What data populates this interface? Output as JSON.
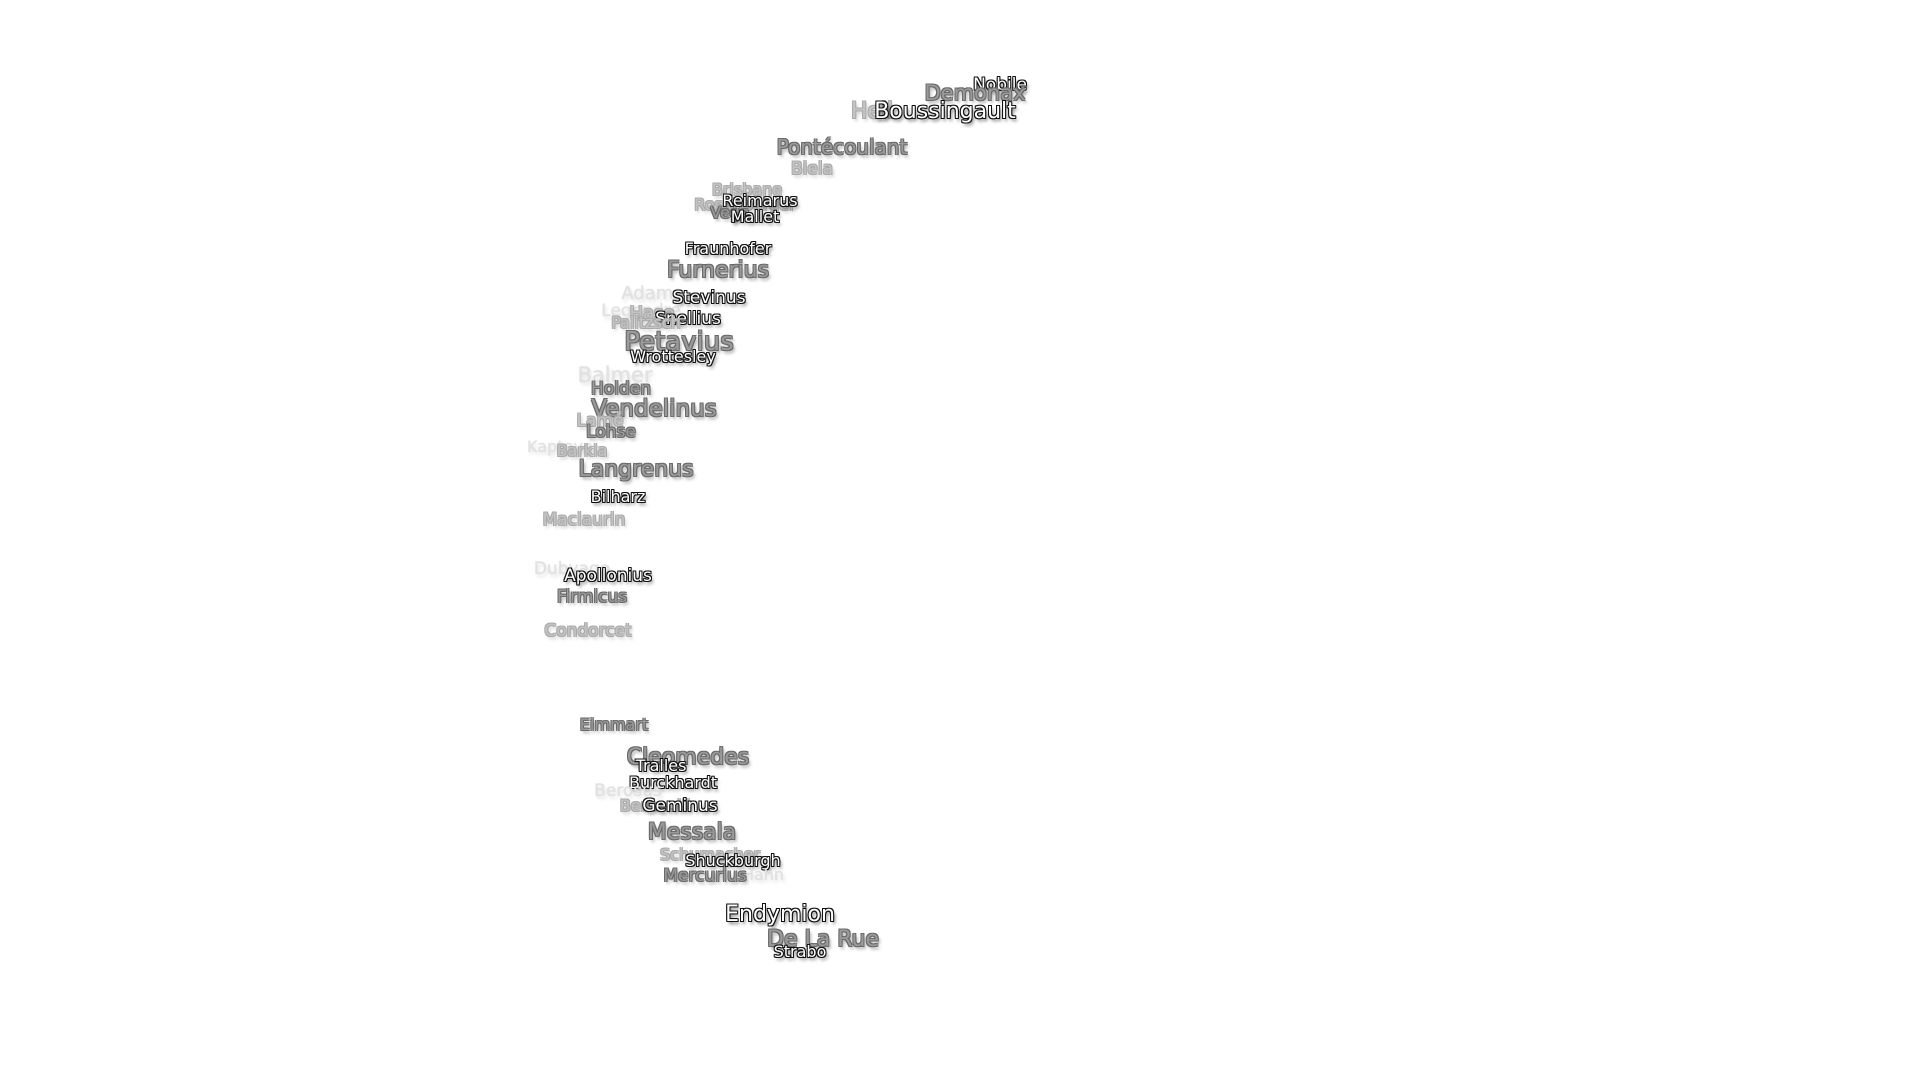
{
  "labels": [
    {
      "text": "Nobile",
      "level": 1
    },
    {
      "text": "Demonax",
      "level": 2
    },
    {
      "text": "Hell",
      "level": 3
    },
    {
      "text": "Boussingault",
      "level": 1
    },
    {
      "text": "Pontécoulant",
      "level": 2
    },
    {
      "text": "Biela",
      "level": 3
    },
    {
      "text": "Brisbane",
      "level": 3
    },
    {
      "text": "Rosenberger",
      "level": 3
    },
    {
      "text": "Reimarus",
      "level": 1
    },
    {
      "text": "Vega",
      "level": 2
    },
    {
      "text": "Mallet",
      "level": 1
    },
    {
      "text": "Fraunhofer",
      "level": 1
    },
    {
      "text": "Furnerius",
      "level": 2
    },
    {
      "text": "Adams",
      "level": 4
    },
    {
      "text": "Stevinus",
      "level": 1
    },
    {
      "text": "Legendre",
      "level": 4
    },
    {
      "text": "Hase",
      "level": 3
    },
    {
      "text": "Snellius",
      "level": 1
    },
    {
      "text": "Palitzsch",
      "level": 3
    },
    {
      "text": "Petavius",
      "level": 2
    },
    {
      "text": "Wrottesley",
      "level": 1
    },
    {
      "text": "Balmer",
      "level": 4
    },
    {
      "text": "Holden",
      "level": 2
    },
    {
      "text": "Vendelinus",
      "level": 2
    },
    {
      "text": "Lamé",
      "level": 3
    },
    {
      "text": "Lohse",
      "level": 2
    },
    {
      "text": "Kapteyn",
      "level": 4
    },
    {
      "text": "Barkla",
      "level": 3
    },
    {
      "text": "Langrenus",
      "level": 2
    },
    {
      "text": "Bilharz",
      "level": 1
    },
    {
      "text": "Maclaurin",
      "level": 3
    },
    {
      "text": "Dubyago",
      "level": 4
    },
    {
      "text": "Apollonius",
      "level": 1
    },
    {
      "text": "Firmicus",
      "level": 2
    },
    {
      "text": "Condorcet",
      "level": 3
    },
    {
      "text": "Eimmart",
      "level": 2
    },
    {
      "text": "Cleomedes",
      "level": 2
    },
    {
      "text": "Tralles",
      "level": 1
    },
    {
      "text": "Burckhardt",
      "level": 1
    },
    {
      "text": "Berosus",
      "level": 4
    },
    {
      "text": "Bernoulli",
      "level": 3
    },
    {
      "text": "Geminus",
      "level": 1
    },
    {
      "text": "Messala",
      "level": 2
    },
    {
      "text": "Schumacher",
      "level": 3
    },
    {
      "text": "Shuckburgh",
      "level": 1
    },
    {
      "text": "Hahn",
      "level": 4
    },
    {
      "text": "Mercurius",
      "level": 2
    },
    {
      "text": "Endymion",
      "level": 1
    },
    {
      "text": "De La Rue",
      "level": 2
    },
    {
      "text": "Strabo",
      "level": 1
    }
  ]
}
